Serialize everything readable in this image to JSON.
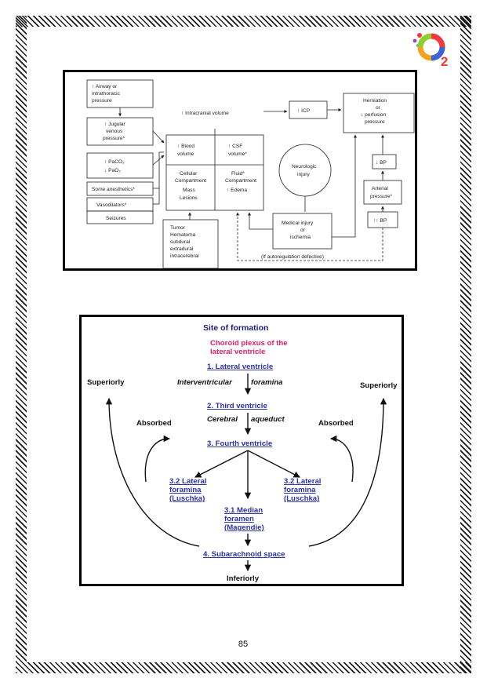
{
  "page": {
    "number": "85"
  },
  "logo": {
    "letter": "O",
    "subscript": "2"
  },
  "fig1": {
    "boxes": {
      "airway": [
        "↑ Airway or",
        "intrathoracic",
        "pressure"
      ],
      "jugular": [
        "↑ Jugular",
        "venous",
        "pressure*"
      ],
      "paco2": [
        "↑ PaCO₂",
        "↓ PaO₂"
      ],
      "anesthetics": "Some anesthetics*",
      "vasodilators": "Vasodilators*",
      "seizures": "Seizures",
      "blood_volume": [
        "↑ Blood",
        "volume"
      ],
      "csf_volume": [
        "↑ CSF",
        "volume*"
      ],
      "cellular": [
        "Cellular",
        "Compartment",
        "Mass",
        "Lesions"
      ],
      "fluid": [
        "Fluid*",
        "Compartment",
        "↑ Edema"
      ],
      "tumor": [
        "Tumor",
        "Hematoma",
        "subdural",
        "extradural",
        "intracerebral"
      ],
      "icp": "↑ ICP",
      "herniation": [
        "Herniation",
        "or",
        "↓ perfusion",
        "pressure"
      ],
      "neurologic": [
        "Neurologic",
        "injury"
      ],
      "medical": [
        "Medical injury",
        "or",
        "ischemia"
      ],
      "bp_low": "↓ BP",
      "arterial": [
        "Arterial",
        "pressure*"
      ],
      "bp_high": "↑↑ BP"
    },
    "labels": {
      "intracranial": "↑ Intracranial volume",
      "autoregulation": "(If autoregulation defective)"
    }
  },
  "fig2": {
    "title": "Site of formation",
    "choroid": [
      "Choroid plexus of the",
      "lateral ventricle"
    ],
    "lateral_ventricle": "1. Lateral ventricle",
    "interventricular_a": "Interventricular",
    "interventricular_b": "foramina",
    "third_ventricle": "2. Third ventricle",
    "cerebral_a": "Cerebral",
    "cerebral_b": "aqueduct",
    "fourth_ventricle": "3. Fourth ventricle",
    "lateral_foramina": [
      "3.2 Lateral",
      "foramina",
      "(Luschka)"
    ],
    "median_foramen": [
      "3.1 Median",
      "foramen",
      "(Magendie)"
    ],
    "subarachnoid": "4. Subarachnoid space",
    "inferiorly": "Inferiorly",
    "superiorly": "Superiorly",
    "absorbed": "Absorbed"
  }
}
